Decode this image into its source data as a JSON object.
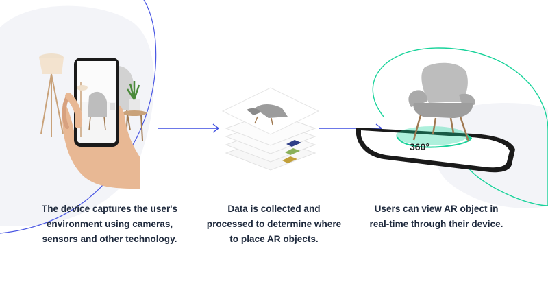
{
  "steps": [
    {
      "caption": "The device captures the user's environment using cameras, sensors and other technology."
    },
    {
      "caption": "Data is collected and processed to determine where to place AR objects."
    },
    {
      "caption": "Users can view AR object in real-time through their device."
    }
  ],
  "rotation_label": "360°",
  "colors": {
    "arrow": "#3b4be0",
    "accent_green": "#18d39a",
    "text": "#1f2a3d",
    "blob": "#f2f3f7",
    "outline_blue": "#4956e3"
  }
}
